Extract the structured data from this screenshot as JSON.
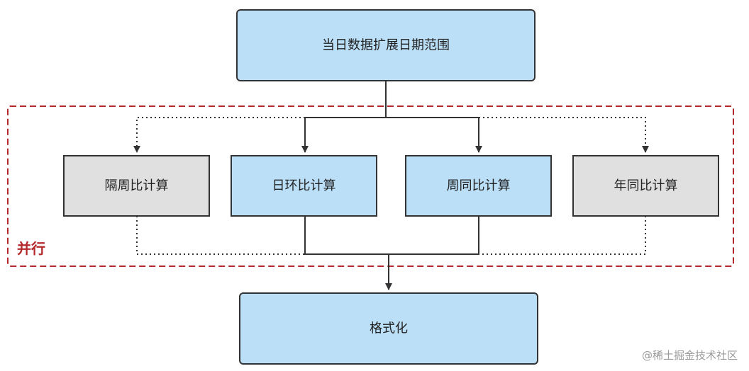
{
  "colors": {
    "blue_fill": "#bcdff8",
    "gray_fill": "#e0e0e0",
    "stroke": "#333333",
    "group_stroke": "#b3282a",
    "group_label": "#b3282a"
  },
  "nodes": {
    "top": {
      "label": "当日数据扩展日期范围",
      "style": "blue"
    },
    "mom_week": {
      "label": "隔周比计算",
      "style": "gray"
    },
    "day_ring": {
      "label": "日环比计算",
      "style": "blue"
    },
    "week_yoy": {
      "label": "周同比计算",
      "style": "blue"
    },
    "year_yoy": {
      "label": "年同比计算",
      "style": "gray"
    },
    "bottom": {
      "label": "格式化",
      "style": "blue"
    }
  },
  "group": {
    "label": "并行"
  },
  "watermark": "@稀土掘金技术社区",
  "edges": [
    {
      "from": "top",
      "to": "mom_week",
      "style": "dotted"
    },
    {
      "from": "top",
      "to": "day_ring",
      "style": "solid"
    },
    {
      "from": "top",
      "to": "week_yoy",
      "style": "solid"
    },
    {
      "from": "top",
      "to": "year_yoy",
      "style": "dotted"
    },
    {
      "from": "mom_week",
      "to": "bottom",
      "style": "dotted"
    },
    {
      "from": "day_ring",
      "to": "bottom",
      "style": "solid"
    },
    {
      "from": "week_yoy",
      "to": "bottom",
      "style": "solid"
    },
    {
      "from": "year_yoy",
      "to": "bottom",
      "style": "dotted"
    }
  ]
}
